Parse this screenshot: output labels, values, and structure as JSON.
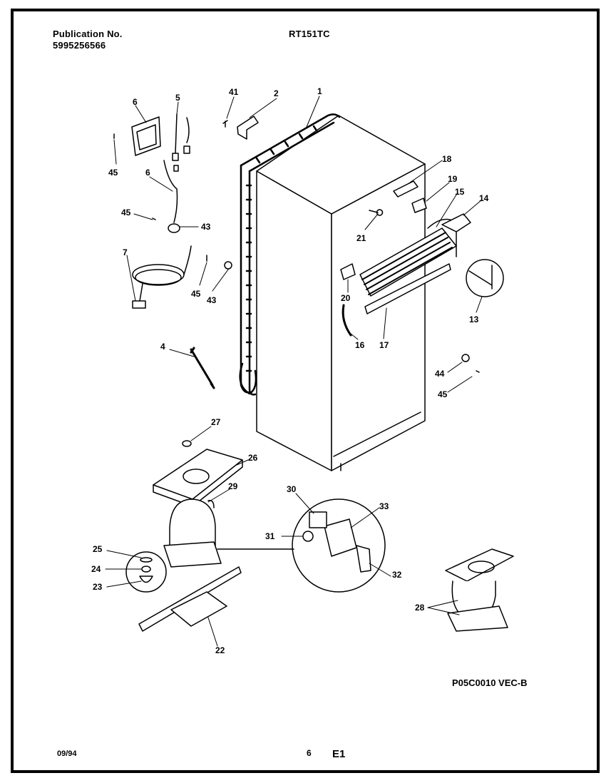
{
  "header": {
    "publication_label": "Publication No.",
    "publication_number": "5995256566",
    "model": "RT151TC"
  },
  "callouts": [
    "1",
    "2",
    "41",
    "5",
    "6",
    "6",
    "45",
    "45",
    "43",
    "7",
    "45",
    "43",
    "18",
    "19",
    "15",
    "14",
    "21",
    "20",
    "16",
    "17",
    "13",
    "4",
    "44",
    "45",
    "27",
    "26",
    "29",
    "30",
    "33",
    "31",
    "32",
    "25",
    "24",
    "23",
    "22",
    "28"
  ],
  "footer": {
    "diagram_code": "P05C0010  VEC-B",
    "date": "09/94",
    "page": "6",
    "section": "E1"
  }
}
